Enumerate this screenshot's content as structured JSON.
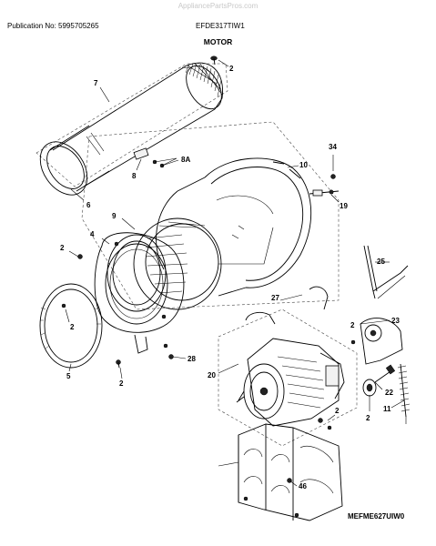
{
  "header": {
    "watermark": "AppliancePartsPros.com",
    "publication": "Publication No: 5995705265",
    "model": "EFDE317TIW1",
    "section_title": "MOTOR"
  },
  "footer": {
    "diagram_code": "MEFME627UIW0"
  },
  "callouts": [
    {
      "id": "c2a",
      "label": "2"
    },
    {
      "id": "c7",
      "label": "7"
    },
    {
      "id": "c8a",
      "label": "8A"
    },
    {
      "id": "c8",
      "label": "8"
    },
    {
      "id": "c6",
      "label": "6"
    },
    {
      "id": "c34",
      "label": "34"
    },
    {
      "id": "c10",
      "label": "10"
    },
    {
      "id": "c19",
      "label": "19"
    },
    {
      "id": "c9",
      "label": "9"
    },
    {
      "id": "c4",
      "label": "4"
    },
    {
      "id": "c2b",
      "label": "2"
    },
    {
      "id": "c25",
      "label": "25"
    },
    {
      "id": "c27",
      "label": "27"
    },
    {
      "id": "c2c",
      "label": "2"
    },
    {
      "id": "c23",
      "label": "23"
    },
    {
      "id": "c2d",
      "label": "2"
    },
    {
      "id": "c5",
      "label": "5"
    },
    {
      "id": "c2e",
      "label": "2"
    },
    {
      "id": "c28",
      "label": "28"
    },
    {
      "id": "c20",
      "label": "20"
    },
    {
      "id": "c22",
      "label": "22"
    },
    {
      "id": "c11",
      "label": "11"
    },
    {
      "id": "c2f",
      "label": "2"
    },
    {
      "id": "c2g",
      "label": "2"
    },
    {
      "id": "c46",
      "label": "46"
    }
  ]
}
